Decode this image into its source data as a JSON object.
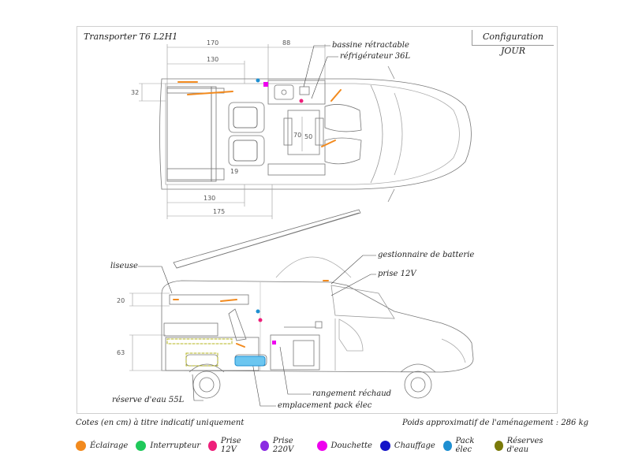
{
  "header": {
    "vehicle_model": "Transporter T6 L2H1",
    "configuration": "Configuration JOUR"
  },
  "dimensions_top": [
    "170",
    "88",
    "130",
    "32",
    "70",
    "50",
    "130",
    "175",
    "19"
  ],
  "dimensions_side": [
    "20",
    "63"
  ],
  "callouts": {
    "bassine": "bassine rétractable",
    "frigo": "réfrigérateur 36L",
    "liseuse": "liseuse",
    "batterie": "gestionnaire de batterie",
    "prise": "prise 12V",
    "reserve": "réserve d'eau 55L",
    "rechaud": "rangement réchaud",
    "pack": "emplacement pack élec"
  },
  "footer": {
    "disclaimer": "Cotes (en cm) à titre indicatif uniquement",
    "weight": "Poids approximatif de l'aménagement : 286 kg"
  },
  "legend": [
    {
      "label": "Éclairage",
      "color": "#f28a1e"
    },
    {
      "label": "Interrupteur",
      "color": "#1fc95a"
    },
    {
      "label": "Prise 12V",
      "color": "#ee1f7a"
    },
    {
      "label": "Prise 220V",
      "color": "#8a2be2"
    },
    {
      "label": "Douchette",
      "color": "#ee00ee"
    },
    {
      "label": "Chauffage",
      "color": "#1515c8"
    },
    {
      "label": "Pack élec",
      "color": "#1e8fd1"
    },
    {
      "label": "Réserves d'eau",
      "color": "#7a7a0a"
    }
  ]
}
